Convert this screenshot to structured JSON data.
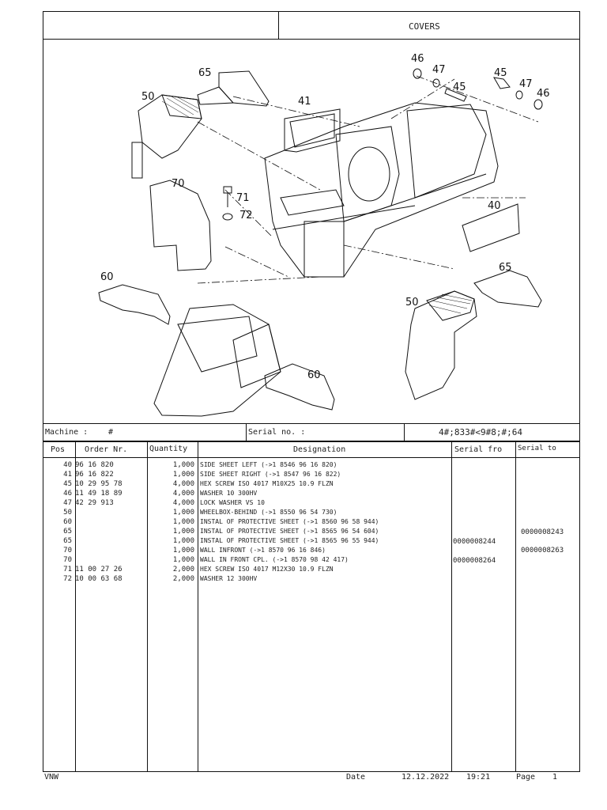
{
  "header": {
    "title": "COVERS"
  },
  "drawing": {
    "callouts": [
      "46",
      "47",
      "45",
      "45",
      "47",
      "46",
      "65",
      "50",
      "41",
      "70",
      "71",
      "72",
      "40",
      "60",
      "65",
      "50",
      "60"
    ]
  },
  "machine": {
    "machine_label": "Machine :",
    "machine_value": "#",
    "serial_label": "Serial no. :",
    "serial_value": "4#;833#<9#8;#;64"
  },
  "table": {
    "headers": {
      "pos": "Pos",
      "order": "Order Nr.",
      "quantity": "Quantity",
      "designation": "Designation",
      "serial_from": "Serial fro",
      "serial_to": "Serial to"
    },
    "rows": [
      {
        "pos": "40",
        "order": "96 16 820",
        "qty": "1,000",
        "designation": "SIDE SHEET LEFT (->1 8546 96 16 820)"
      },
      {
        "pos": "41",
        "order": "96 16 822",
        "qty": "1,000",
        "designation": "SIDE SHEET RIGHT (->1 8547 96 16 822)"
      },
      {
        "pos": "45",
        "order": "10 29 95 78",
        "qty": "4,000",
        "designation": "HEX SCREW ISO 4017 M10X25 10.9 FLZN"
      },
      {
        "pos": "46",
        "order": "11 49 18 89",
        "qty": "4,000",
        "designation": "WASHER 10 300HV"
      },
      {
        "pos": "47",
        "order": "42 29 913",
        "qty": "4,000",
        "designation": "LOCK WASHER VS 10"
      },
      {
        "pos": "50",
        "order": "",
        "qty": "1,000",
        "designation": "WHEELBOX-BEHIND (->1 8550 96 54 730)"
      },
      {
        "pos": "60",
        "order": "",
        "qty": "1,000",
        "designation": "INSTAL OF PROTECTIVE SHEET (->1 8560 96 58 944)"
      },
      {
        "pos": "65",
        "order": "",
        "qty": "1,000",
        "designation": "INSTAL OF PROTECTIVE SHEET (->1 8565 96 54 604)"
      },
      {
        "pos": "65",
        "order": "",
        "qty": "1,000",
        "designation": "INSTAL OF PROTECTIVE SHEET (->1 8565 96 55 944)"
      },
      {
        "pos": "70",
        "order": "",
        "qty": "1,000",
        "designation": "WALL INFRONT (->1 8570 96 16 846)"
      },
      {
        "pos": "70",
        "order": "",
        "qty": "1,000",
        "designation": "WALL IN FRONT CPL. (->1 8570 98 42 417)"
      },
      {
        "pos": "71",
        "order": "11 00 27 26",
        "qty": "2,000",
        "designation": "HEX SCREW ISO 4017 M12X30 10.9 FLZN"
      },
      {
        "pos": "72",
        "order": "10 00 63 68",
        "qty": "2,000",
        "designation": "WASHER 12 300HV"
      }
    ],
    "serials": [
      {
        "to": "0000008243"
      },
      {
        "from": "0000008244"
      },
      {
        "to": "0000008263"
      },
      {
        "from": "0000008264"
      }
    ]
  },
  "footer": {
    "left": "VNW",
    "date_label": "Date",
    "date": "12.12.2022",
    "time": "19:21",
    "page_label": "Page",
    "page": "1"
  }
}
